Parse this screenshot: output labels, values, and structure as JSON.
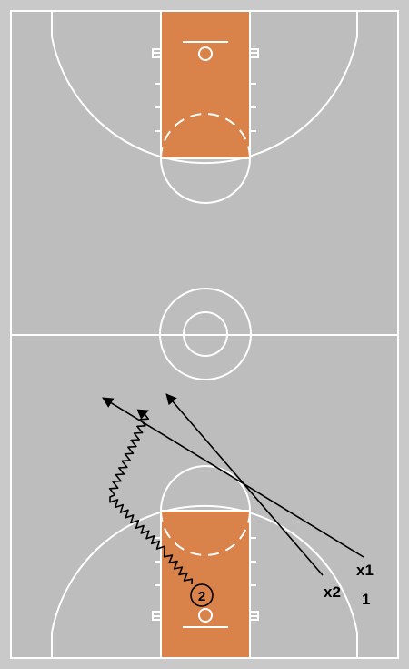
{
  "colors": {
    "court_floor": "#bdbdbd",
    "outer_bg": "#c9c9c9",
    "paint": "#d9824a",
    "court_lines": "#ffffff",
    "play_lines": "#000000"
  },
  "players": {
    "offense_on_ball": {
      "label": "2"
    },
    "offense_1": {
      "label": "1"
    },
    "defender_1": {
      "label": "x1"
    },
    "defender_2": {
      "label": "x2"
    }
  },
  "actions": [
    {
      "type": "dribble",
      "player": "2"
    },
    {
      "type": "cut",
      "player": "x1"
    },
    {
      "type": "cut",
      "player": "x2"
    }
  ]
}
